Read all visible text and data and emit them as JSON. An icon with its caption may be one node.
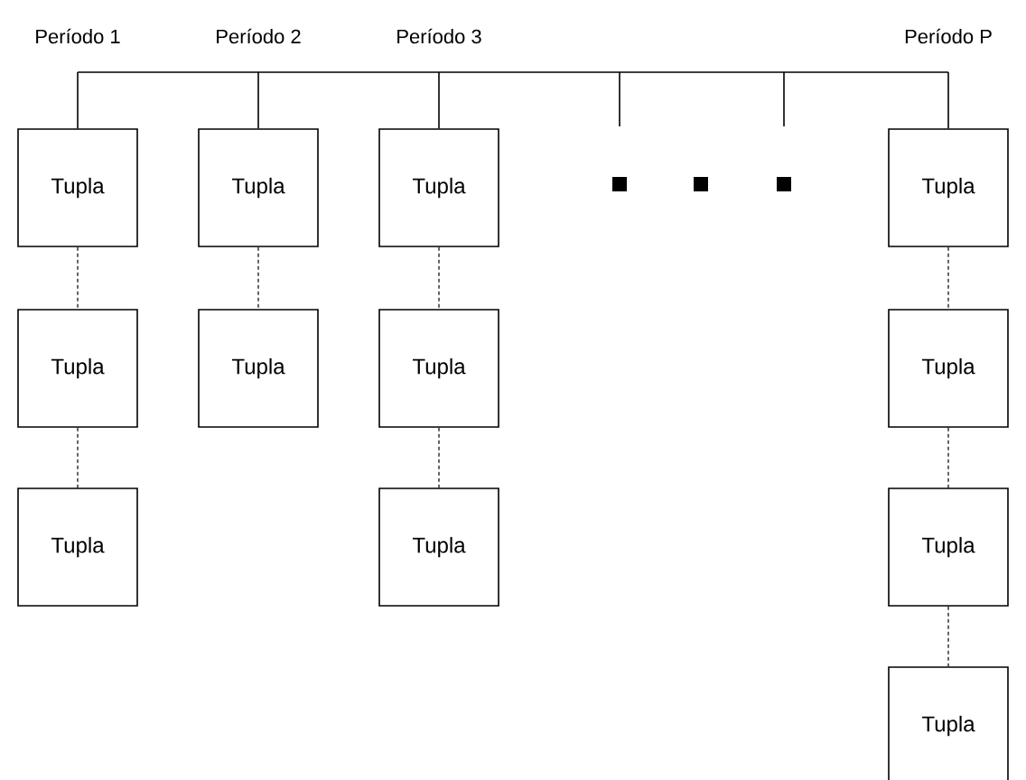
{
  "diagram": {
    "nodes": [
      {
        "text": [
          "Tupla"
        ]
      },
      {
        "text": [
          "Tupla"
        ]
      },
      {
        "text": [
          "Tupla"
        ]
      },
      {
        "text": [
          "Tupla"
        ]
      },
      {
        "text": [
          "Tupla"
        ]
      },
      {
        "text": [
          "Tupla"
        ]
      },
      {
        "text": [
          "Tupla"
        ]
      },
      {
        "text": [
          "Tupla"
        ]
      },
      {
        "text": [
          "Tupla"
        ]
      },
      {
        "text": [
          "Tupla"
        ]
      },
      {
        "text": [
          "Tupla"
        ]
      },
      {
        "text": [
          "Tupla"
        ]
      }
    ],
    "edges": [
      {
        "from": null,
        "to": 0,
        "arrow": "none"
      },
      {
        "from": null,
        "to": 3,
        "arrow": "none"
      },
      {
        "from": null,
        "to": 5,
        "arrow": "none"
      },
      {
        "from": null,
        "to": 8,
        "arrow": "none"
      },
      {
        "from": 0,
        "to": 1,
        "arrow": "none",
        "style": "dashed"
      },
      {
        "from": 1,
        "to": 2,
        "arrow": "none",
        "style": "dashed"
      },
      {
        "from": 3,
        "to": 4,
        "arrow": "none",
        "style": "dashed"
      },
      {
        "from": 5,
        "to": 6,
        "arrow": "none",
        "style": "dashed"
      },
      {
        "from": 6,
        "to": 7,
        "arrow": "none",
        "style": "dashed"
      },
      {
        "from": 8,
        "to": 9,
        "arrow": "none",
        "style": "dashed"
      },
      {
        "from": 9,
        "to": 10,
        "arrow": "none",
        "style": "dashed"
      },
      {
        "from": 10,
        "to": 11,
        "arrow": "none",
        "style": "dashed"
      }
    ],
    "labels": [
      "Período 1",
      "Período 2",
      "Período 3",
      "Período P"
    ]
  }
}
